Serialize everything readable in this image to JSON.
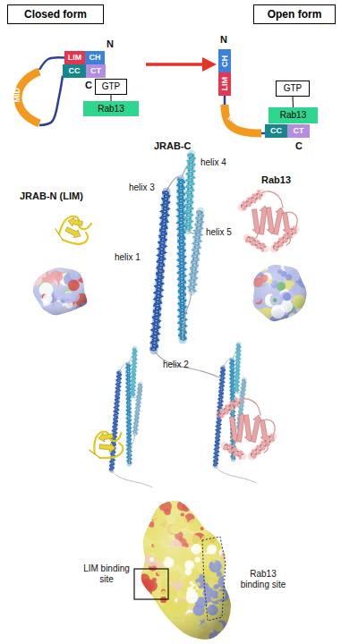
{
  "diagram": {
    "nodes": [
      {
        "text": [
          "Closed form"
        ]
      },
      {
        "text": [
          "Open form"
        ]
      },
      {
        "text": [
          "LIM"
        ]
      },
      {
        "text": [
          "CH"
        ]
      },
      {
        "text": [
          "CC"
        ]
      },
      {
        "text": [
          "CT"
        ]
      },
      {
        "text": [
          "MID"
        ]
      },
      {
        "text": [
          "GTP"
        ]
      },
      {
        "text": [
          "Rab13"
        ]
      },
      {
        "text": [
          "CH"
        ]
      },
      {
        "text": [
          "LIM"
        ]
      },
      {
        "text": [
          "MID"
        ]
      },
      {
        "text": [
          "GTP"
        ]
      },
      {
        "text": [
          "Rab13"
        ]
      },
      {
        "text": [
          "CC"
        ]
      },
      {
        "text": [
          "CT"
        ]
      }
    ],
    "edges": [
      {
        "from": 7,
        "to": 8,
        "arrow": "none"
      },
      {
        "from": 2,
        "to": 6,
        "arrow": "none"
      },
      {
        "from": 6,
        "to": 4,
        "arrow": "none"
      },
      {
        "from": 10,
        "to": 11,
        "arrow": "none"
      },
      {
        "from": 11,
        "to": 14,
        "arrow": "none"
      },
      {
        "from": 12,
        "to": 13,
        "arrow": "none"
      }
    ],
    "labels": [
      "N",
      "C",
      "N",
      "C",
      "JRAB-C",
      "JRAB-N (LIM)",
      "Rab13",
      "helix 4",
      "helix 3",
      "helix 1",
      "helix 5",
      "helix 2",
      "LIM binding site",
      "Rab13 binding site"
    ]
  }
}
